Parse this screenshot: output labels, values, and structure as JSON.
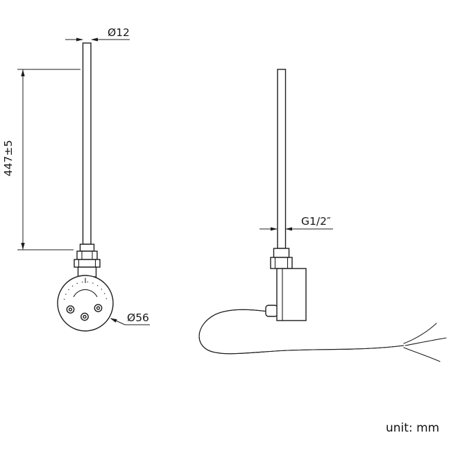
{
  "drawing": {
    "front_view": {
      "rod_diameter_label": "Ø12",
      "length_label": "447±5",
      "head_diameter_label": "Ø56"
    },
    "side_view": {
      "thread_label": "G1/2″"
    },
    "footer": {
      "unit_label": "unit: mm"
    }
  }
}
